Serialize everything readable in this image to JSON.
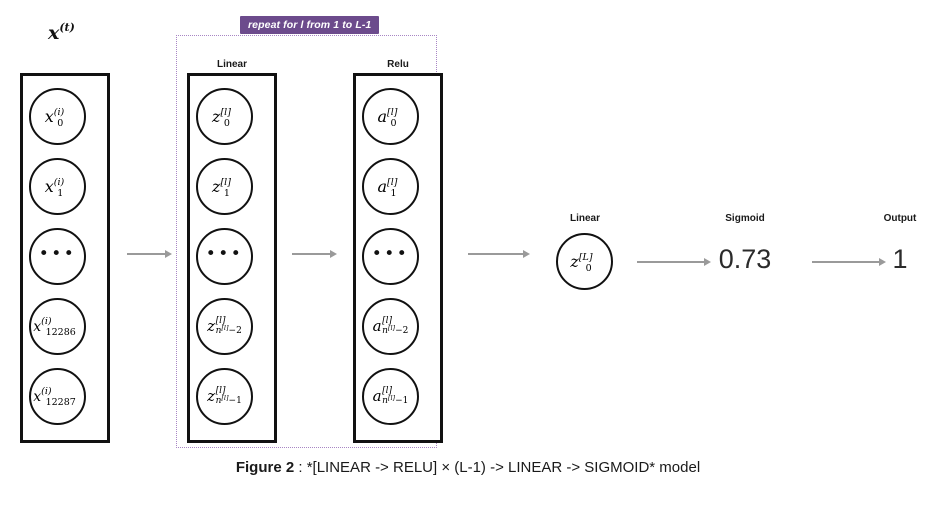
{
  "figure": {
    "caption_bold": "Figure 2",
    "caption_rest": " : *[LINEAR -> RELU] × (L-1) -> LINEAR -> SIGMOID* model"
  },
  "repeat_badge": {
    "text": "repeat for l from 1 to L-1",
    "background_color": "#6c4b8c",
    "text_color": "#ffffff"
  },
  "repeat_region": {
    "border_color": "#a886c4",
    "border_style": "dotted"
  },
  "input_layer": {
    "title_base": "x",
    "title_sup": "(t)",
    "nodes": [
      {
        "base": "x",
        "sup": "(i)",
        "sub": "0"
      },
      {
        "base": "x",
        "sup": "(i)",
        "sub": "1"
      },
      {
        "base": "…",
        "sup": "",
        "sub": ""
      },
      {
        "base": "x",
        "sup": "(i)",
        "sub": "12286"
      },
      {
        "base": "x",
        "sup": "(i)",
        "sub": "12287"
      }
    ]
  },
  "linear_layer": {
    "label": "Linear",
    "nodes": [
      {
        "base": "z",
        "sup": "[l]",
        "sub": "0"
      },
      {
        "base": "z",
        "sup": "[l]",
        "sub": "1"
      },
      {
        "base": "…",
        "sup": "",
        "sub": ""
      },
      {
        "base": "z",
        "sup": "[l]",
        "sub_n": "n",
        "sub_n_sup": "[l]",
        "sub_tail": "−2"
      },
      {
        "base": "z",
        "sup": "[l]",
        "sub_n": "n",
        "sub_n_sup": "[l]",
        "sub_tail": "−1"
      }
    ]
  },
  "relu_layer": {
    "label": "Relu",
    "nodes": [
      {
        "base": "a",
        "sup": "[l]",
        "sub": "0"
      },
      {
        "base": "a",
        "sup": "[l]",
        "sub": "1"
      },
      {
        "base": "…",
        "sup": "",
        "sub": ""
      },
      {
        "base": "a",
        "sup": "[l]",
        "sub_n": "n",
        "sub_n_sup": "[l]",
        "sub_tail": "−2"
      },
      {
        "base": "a",
        "sup": "[l]",
        "sub_n": "n",
        "sub_n_sup": "[l]",
        "sub_tail": "−1"
      }
    ]
  },
  "final_linear": {
    "label": "Linear",
    "node": {
      "base": "z",
      "sup": "[L]",
      "sub": "0"
    }
  },
  "sigmoid": {
    "label": "Sigmoid",
    "value": "0.73"
  },
  "output": {
    "label": "Output",
    "value": "1"
  }
}
